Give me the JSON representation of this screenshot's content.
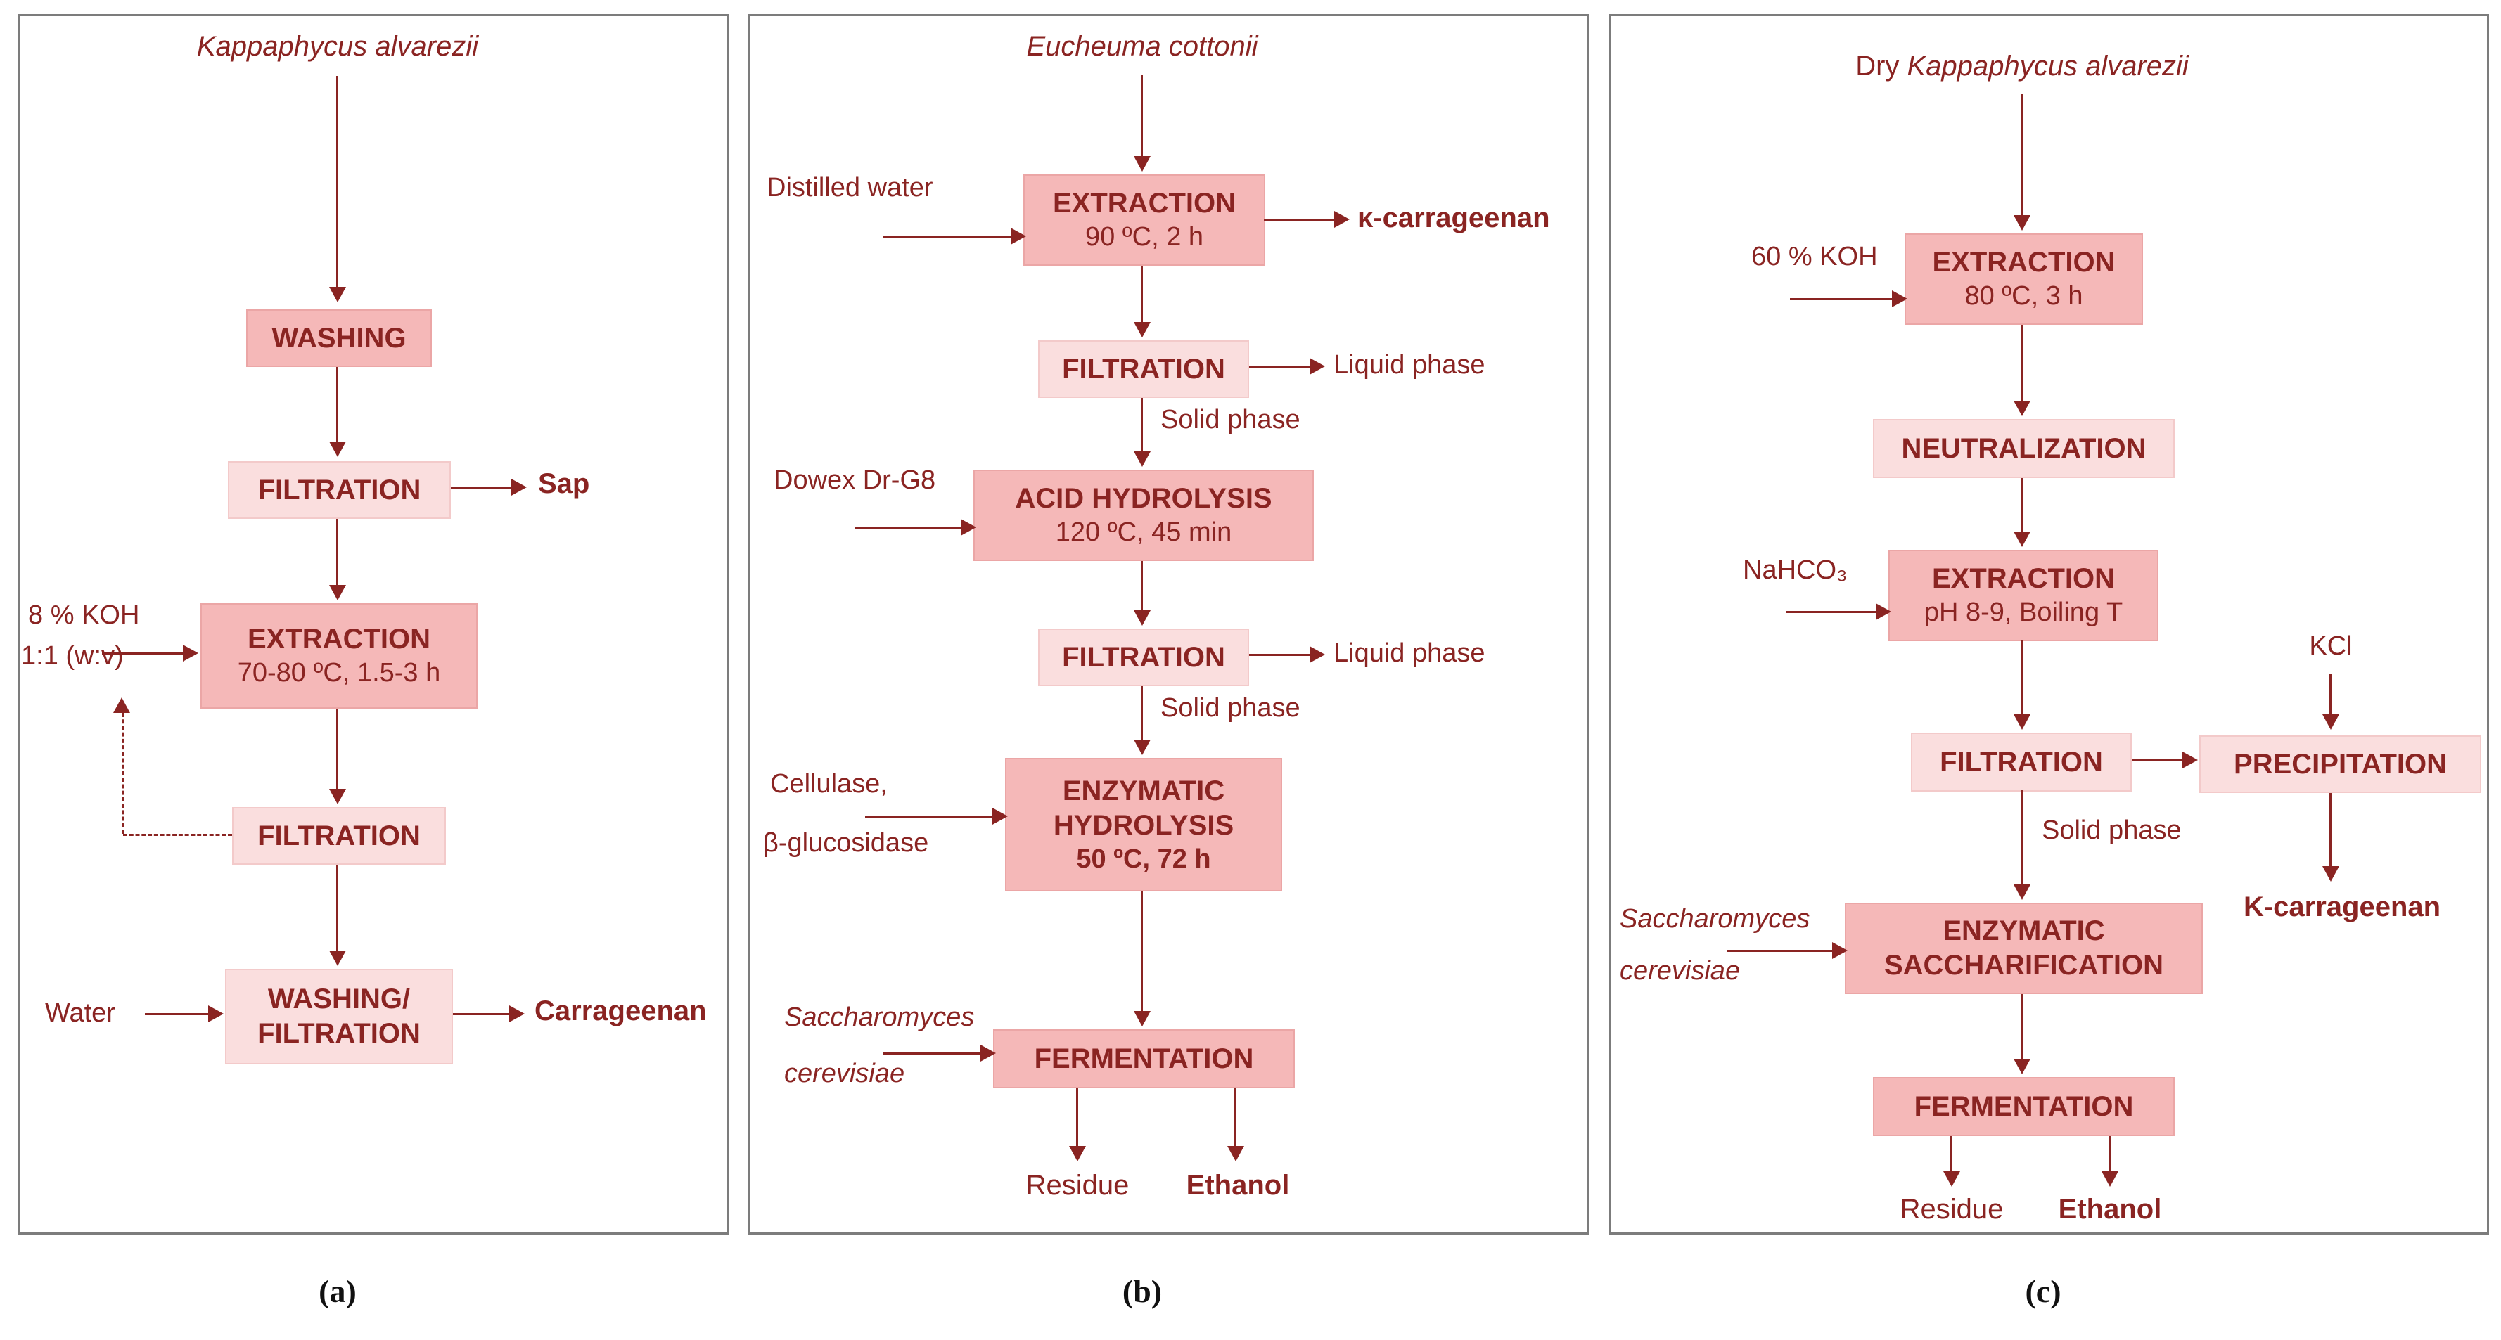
{
  "colors": {
    "ink": "#8a2422",
    "box_dark": "#f5b8b8",
    "box_dark_border": "#eba6a6",
    "box_light": "#fadede",
    "box_light_border": "#f3caca",
    "panel_border": "#7c7c7c",
    "caption": "#111111"
  },
  "a": {
    "title": "Kappaphycus alvarezii",
    "washing": "WASHING",
    "filtration1": "FILTRATION",
    "sap": "Sap",
    "koh": "8 % KOH",
    "ratio": "1:1 (w:v)",
    "extraction": {
      "title": "EXTRACTION",
      "cond": "70-80 ºC, 1.5-3 h"
    },
    "filtration2": "FILTRATION",
    "washfilt": {
      "line1": "WASHING/",
      "line2": "FILTRATION"
    },
    "water": "Water",
    "carrageenan": "Carrageenan",
    "label": "(a)"
  },
  "b": {
    "title": "Eucheuma cottonii",
    "distilled_water": "Distilled water",
    "extraction": {
      "title": "EXTRACTION",
      "cond": "90 ºC, 2 h"
    },
    "kappa_carrageenan": "κ-carrageenan",
    "filtration1": "FILTRATION",
    "liquid_phase1": "Liquid phase",
    "solid_phase1": "Solid phase",
    "dowex": "Dowex Dr-G8",
    "acid": {
      "title": "ACID HYDROLYSIS",
      "cond": "120 ºC, 45 min"
    },
    "filtration2": "FILTRATION",
    "liquid_phase2": "Liquid phase",
    "solid_phase2": "Solid phase",
    "cellulase_line1": "Cellulase,",
    "cellulase_line2": "β-glucosidase",
    "enzymatic": {
      "line1": "ENZYMATIC",
      "line2": "HYDROLYSIS",
      "cond": "50 ºC, 72 h"
    },
    "yeast_line1": "Saccharomyces",
    "yeast_line2": "cerevisiae",
    "fermentation": "FERMENTATION",
    "residue": "Residue",
    "ethanol": "Ethanol",
    "label": "(b)"
  },
  "c": {
    "title_prefix": "Dry",
    "title_species": "Kappaphycus alvarezii",
    "koh": "60 % KOH",
    "extraction1": {
      "title": "EXTRACTION",
      "cond": "80 ºC, 3 h"
    },
    "neutralization": "NEUTRALIZATION",
    "nahco3": "NaHCO₃",
    "extraction2": {
      "title": "EXTRACTION",
      "cond": "pH 8-9, Boiling T"
    },
    "filtration": "FILTRATION",
    "kcl": "KCl",
    "precipitation": "PRECIPITATION",
    "k_carrageenan": "K-carrageenan",
    "solid_phase": "Solid phase",
    "yeast_line1": "Saccharomyces",
    "yeast_line2": "cerevisiae",
    "enzsacc": {
      "line1": "ENZYMATIC",
      "line2": "SACCHARIFICATION"
    },
    "fermentation": "FERMENTATION",
    "residue": "Residue",
    "ethanol": "Ethanol",
    "label": "(c)"
  }
}
